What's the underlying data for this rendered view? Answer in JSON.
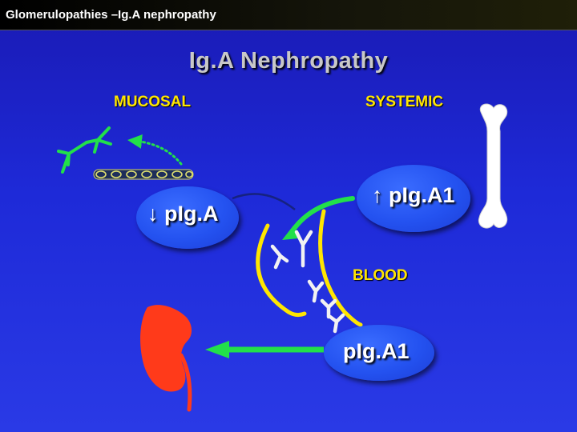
{
  "header": {
    "title": "Glomerulopathies –Ig.A nephropathy"
  },
  "slide": {
    "title": "Ig.A Nephropathy",
    "mucosal_heading": "MUCOSAL",
    "systemic_heading": "SYSTEMIC",
    "blood_label": "BLOOD",
    "mucosal_oval": {
      "arrow": "↓",
      "text": "pIg.A"
    },
    "systemic_oval": {
      "arrow": "↑",
      "text": "pIg.A1"
    },
    "blood_oval": {
      "text": "pIg.A1"
    }
  },
  "colors": {
    "background": "#1e2ad8",
    "heading": "#ffe600",
    "arrow_green": "#22e04a",
    "oval_fill": "#2452f0",
    "kidney": "#ff3a1a",
    "bone": "#ffffff",
    "antibody": "#e8e8e8"
  },
  "icons": [
    "bone-icon",
    "kidney-icon",
    "antibody-icon",
    "mucosa-cells-icon"
  ]
}
